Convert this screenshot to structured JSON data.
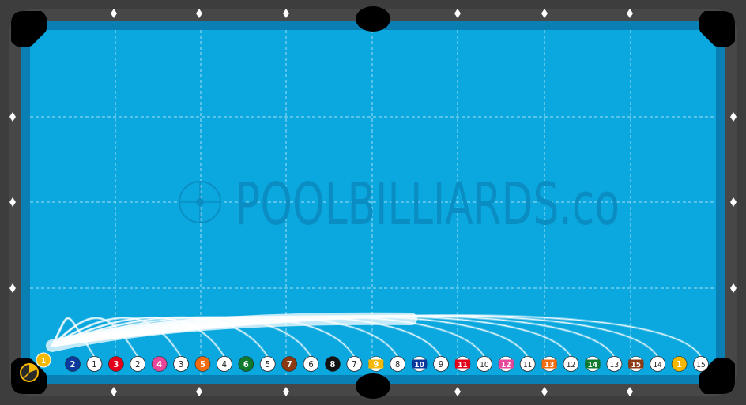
{
  "watermark": "POOLBILLIARDS.co",
  "colors": {
    "rail": "#3d3d3d",
    "cushion": "#0a7fb3",
    "felt": "#0aa8df",
    "pocket": "#000000",
    "grid": "#bfe8f7",
    "watermark": "#0a8dc2",
    "shot_line": "#ffffff",
    "pointer_badge": "#f5b800"
  },
  "cue_ball_marker": {
    "label": "1"
  },
  "balls": [
    {
      "id": "ball-2",
      "label": "2",
      "color": "#0c3a9c",
      "stripe": false
    },
    {
      "id": "ghost-1",
      "label": "1",
      "color": "#ffffff",
      "ghost": true
    },
    {
      "id": "ball-3",
      "label": "3",
      "color": "#e3001b",
      "stripe": false
    },
    {
      "id": "ghost-2",
      "label": "2",
      "color": "#ffffff",
      "ghost": true
    },
    {
      "id": "ball-4",
      "label": "4",
      "color": "#e8489a",
      "stripe": false
    },
    {
      "id": "ghost-3",
      "label": "3",
      "color": "#ffffff",
      "ghost": true
    },
    {
      "id": "ball-5",
      "label": "5",
      "color": "#f26b0f",
      "stripe": false
    },
    {
      "id": "ghost-4",
      "label": "4",
      "color": "#ffffff",
      "ghost": true
    },
    {
      "id": "ball-6",
      "label": "6",
      "color": "#0f7a2e",
      "stripe": false
    },
    {
      "id": "ghost-5",
      "label": "5",
      "color": "#ffffff",
      "ghost": true
    },
    {
      "id": "ball-7",
      "label": "7",
      "color": "#8b3a12",
      "stripe": false
    },
    {
      "id": "ghost-6",
      "label": "6",
      "color": "#ffffff",
      "ghost": true
    },
    {
      "id": "ball-8",
      "label": "8",
      "color": "#111111",
      "stripe": false
    },
    {
      "id": "ghost-7",
      "label": "7",
      "color": "#ffffff",
      "ghost": true
    },
    {
      "id": "ball-9",
      "label": "9",
      "color": "#f5b800",
      "stripe": true
    },
    {
      "id": "ghost-8",
      "label": "8",
      "color": "#ffffff",
      "ghost": true
    },
    {
      "id": "ball-10",
      "label": "10",
      "color": "#0c3a9c",
      "stripe": true
    },
    {
      "id": "ghost-9",
      "label": "9",
      "color": "#ffffff",
      "ghost": true
    },
    {
      "id": "ball-11",
      "label": "11",
      "color": "#e3001b",
      "stripe": true
    },
    {
      "id": "ghost-10",
      "label": "10",
      "color": "#ffffff",
      "ghost": true
    },
    {
      "id": "ball-12",
      "label": "12",
      "color": "#e8489a",
      "stripe": true
    },
    {
      "id": "ghost-11",
      "label": "11",
      "color": "#ffffff",
      "ghost": true
    },
    {
      "id": "ball-13",
      "label": "13",
      "color": "#f26b0f",
      "stripe": true
    },
    {
      "id": "ghost-12",
      "label": "12",
      "color": "#ffffff",
      "ghost": true
    },
    {
      "id": "ball-14",
      "label": "14",
      "color": "#0f7a2e",
      "stripe": true
    },
    {
      "id": "ghost-13",
      "label": "13",
      "color": "#ffffff",
      "ghost": true
    },
    {
      "id": "ball-15",
      "label": "15",
      "color": "#8b3a12",
      "stripe": true
    },
    {
      "id": "ghost-14",
      "label": "14",
      "color": "#ffffff",
      "ghost": true
    },
    {
      "id": "ball-1",
      "label": "1",
      "color": "#f5b800",
      "stripe": false
    },
    {
      "id": "ghost-15",
      "label": "15",
      "color": "#ffffff",
      "ghost": true
    }
  ]
}
